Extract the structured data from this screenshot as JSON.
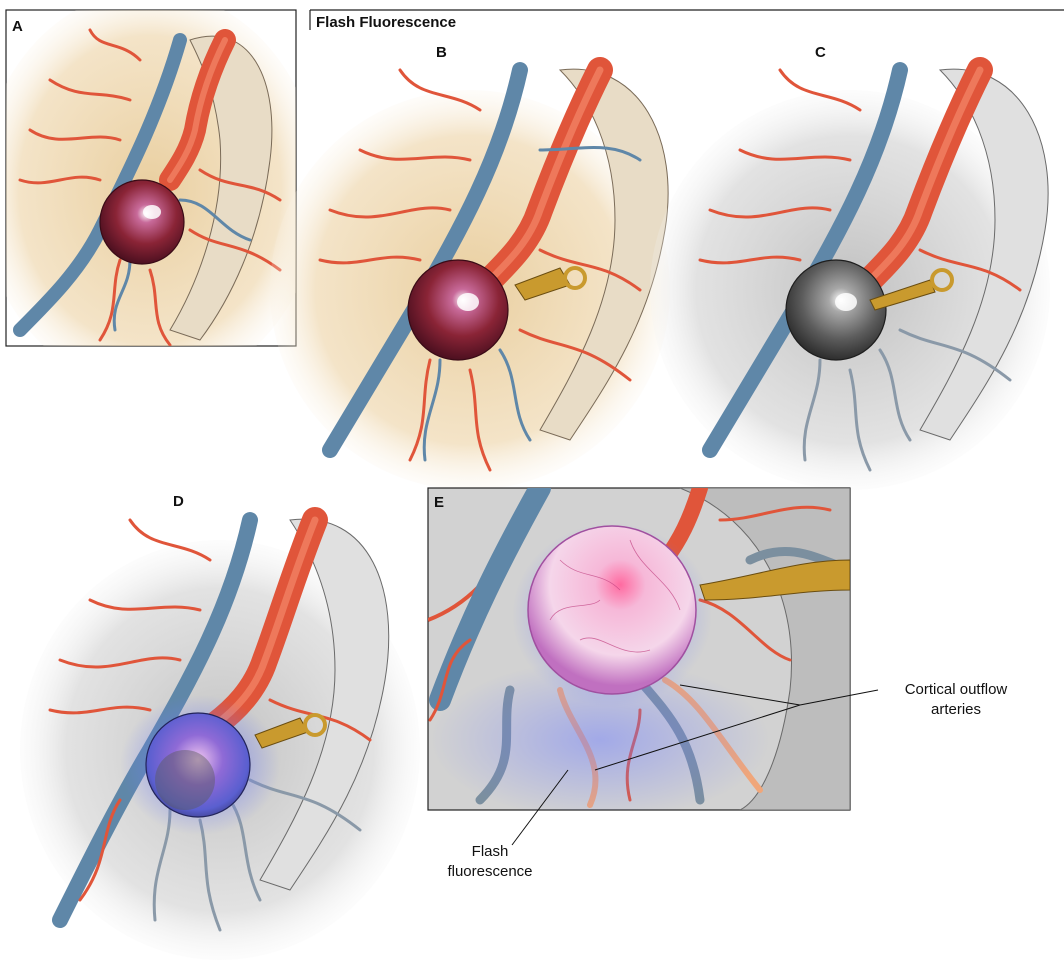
{
  "title": "Flash Fluorescence",
  "panels": {
    "A": "A",
    "B": "B",
    "C": "C",
    "D": "D",
    "E": "E"
  },
  "callouts": {
    "cortical_line1": "Cortical outflow",
    "cortical_line2": "arteries",
    "flash_line1": "Flash",
    "flash_line2": "fluorescence"
  },
  "colors": {
    "artery": "#e0553a",
    "vein": "#5f87a8",
    "vein_gray": "#8a99a8",
    "brain_tan": "#e3c594",
    "brain_gray": "#c9c9c9",
    "nidus_red": "#8a2436",
    "fluorescence_blue": "#6e7dff",
    "clip_gold": "#c99a2e"
  }
}
